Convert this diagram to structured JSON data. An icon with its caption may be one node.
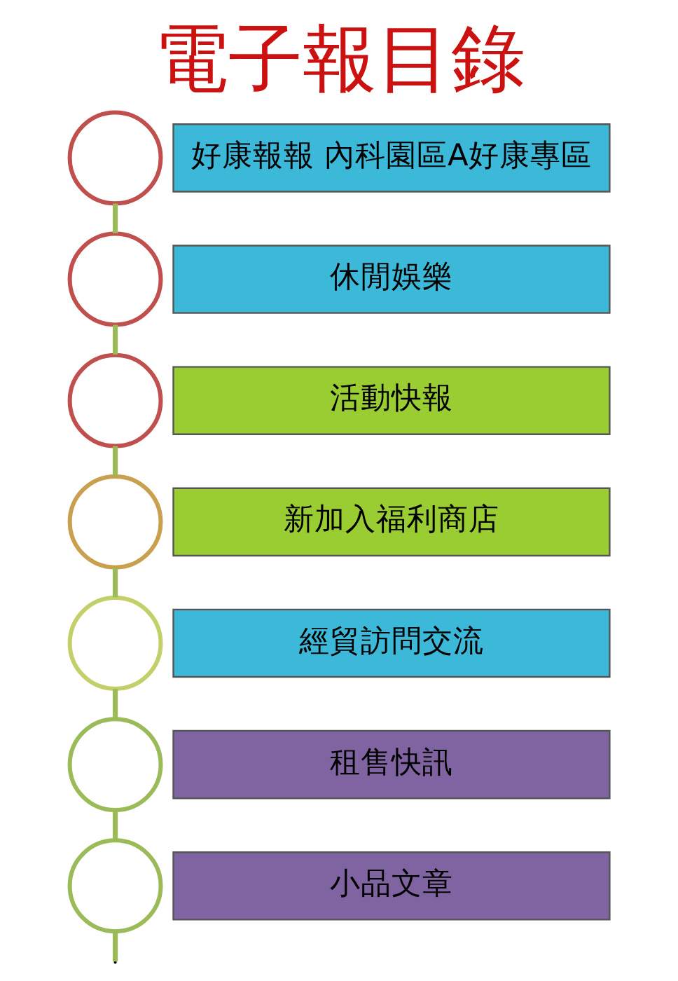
{
  "diagram": {
    "title": "電子報目錄",
    "nodes": [
      {
        "text": [],
        "shape": "circle"
      },
      {
        "text": [
          "好康報報 內科園區A好康專區"
        ]
      },
      {
        "text": [],
        "shape": "circle"
      },
      {
        "text": [
          "休閒娛樂"
        ]
      },
      {
        "text": [],
        "shape": "circle"
      },
      {
        "text": [
          "活動快報"
        ]
      },
      {
        "text": [],
        "shape": "circle"
      },
      {
        "text": [
          "新加入福利商店"
        ]
      },
      {
        "text": [],
        "shape": "circle"
      },
      {
        "text": [
          "經貿訪問交流"
        ]
      },
      {
        "text": [],
        "shape": "circle"
      },
      {
        "text": [
          "租售快訊"
        ]
      },
      {
        "text": [],
        "shape": "circle"
      },
      {
        "text": [
          "小品文章"
        ]
      }
    ],
    "edges": [
      {
        "from": 0,
        "to": 2,
        "arrow": "none",
        "color": "#9bbb59"
      },
      {
        "from": 2,
        "to": 4,
        "arrow": "none",
        "color": "#9bbb59"
      },
      {
        "from": 4,
        "to": 6,
        "arrow": "none",
        "color": "#9bbb59"
      },
      {
        "from": 6,
        "to": 8,
        "arrow": "none",
        "color": "#9bbb59"
      },
      {
        "from": 8,
        "to": 10,
        "arrow": "none",
        "color": "#9bbb59"
      },
      {
        "from": 10,
        "to": 12,
        "arrow": "none",
        "color": "#9bbb59"
      },
      {
        "from": 12,
        "to": null,
        "arrow": "none",
        "color": "#9bbb59"
      }
    ]
  }
}
